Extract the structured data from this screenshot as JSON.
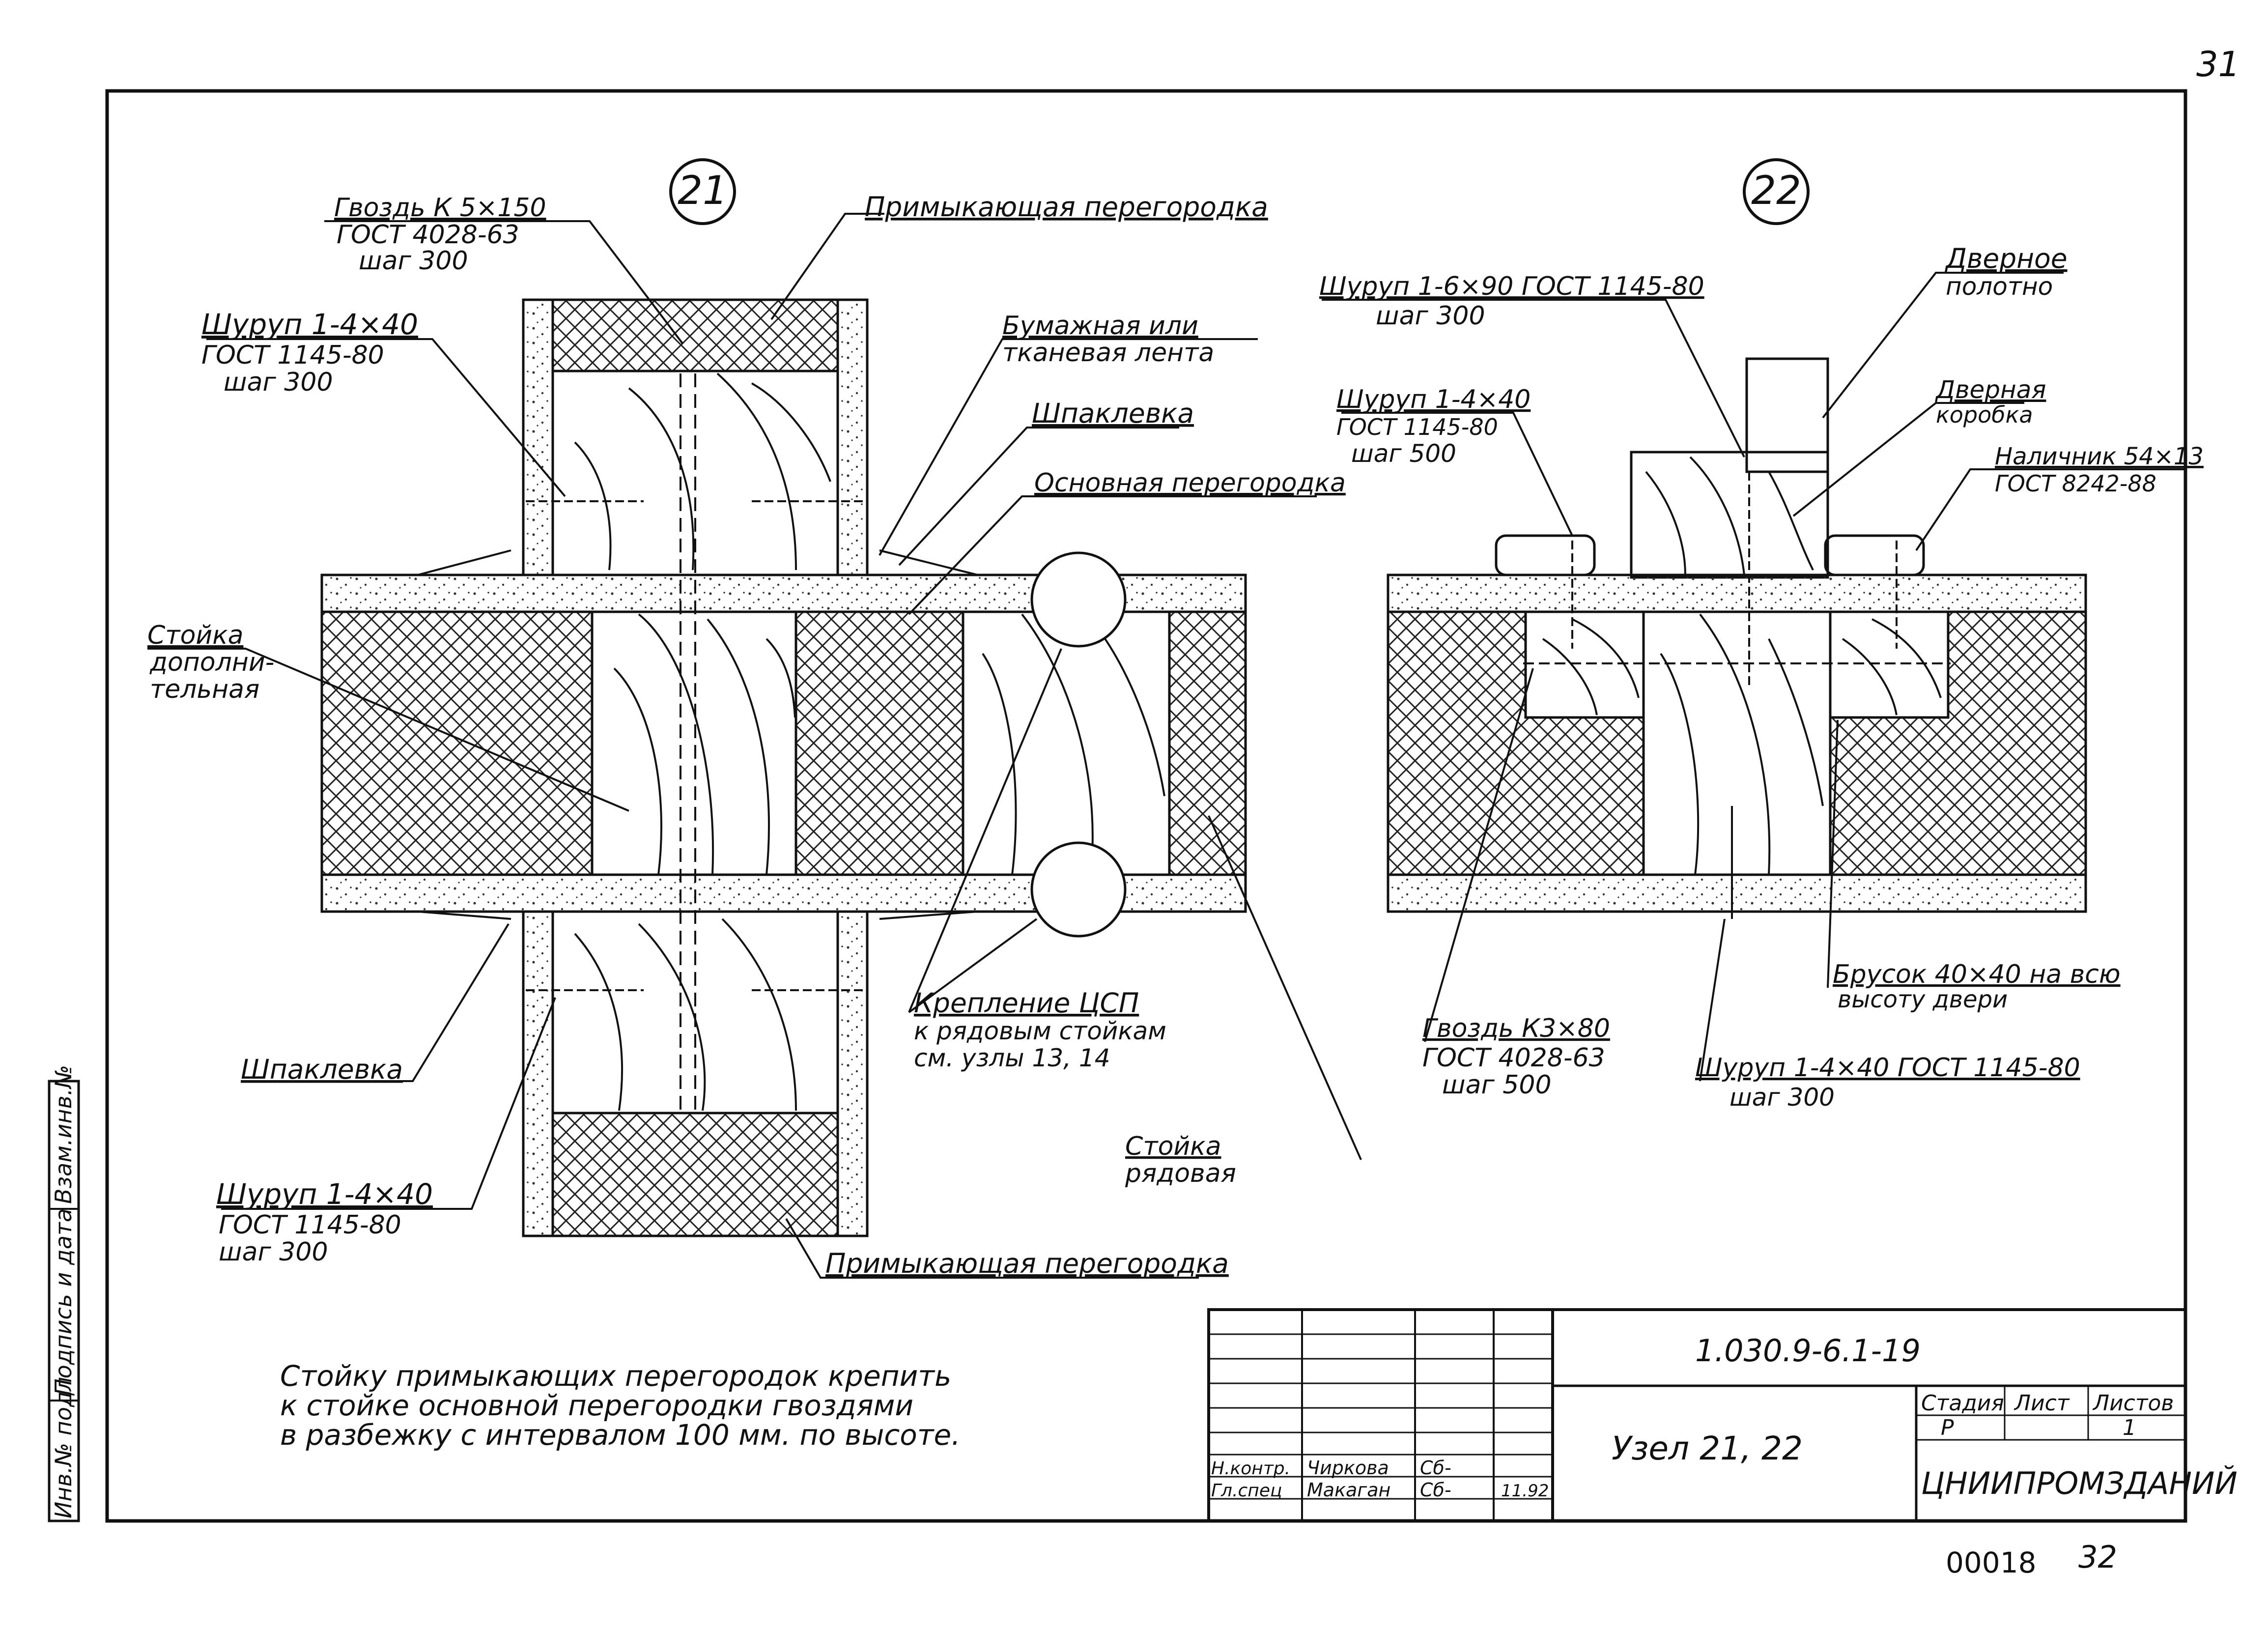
{
  "page_number": "31",
  "footer": {
    "archive_no": "00018",
    "page_no": "32"
  },
  "node21": {
    "number": "21",
    "nail_top": [
      "Гвоздь К 5×150",
      "ГОСТ 4028-63",
      "шаг 300"
    ],
    "screw_left_top": [
      "Шуруп 1-4×40",
      "ГОСТ 1145-80",
      "шаг 300"
    ],
    "adjacent_top": "Примыкающая перегородка",
    "tape": [
      "Бумажная или",
      "тканевая лента"
    ],
    "putty_top": "Шпаклевка",
    "main_partition": "Основная перегородка",
    "post_additional": [
      "Стойка",
      "дополни-",
      "тельная"
    ],
    "fastening": [
      "Крепление ЦСП",
      "к рядовым стойкам",
      "см. узлы 13, 14"
    ],
    "post_regular": [
      "Стойка",
      "рядовая"
    ],
    "putty_bottom": "Шпаклевка",
    "screw_left_bottom": [
      "Шуруп 1-4×40",
      "ГОСТ 1145-80",
      "шаг 300"
    ],
    "adjacent_bottom": "Примыкающая перегородка"
  },
  "node22": {
    "number": "22",
    "screw_top": [
      "Шуруп 1-6×90 ГОСТ 1145-80",
      "шаг 300"
    ],
    "door_leaf": [
      "Дверное",
      "полотно"
    ],
    "screw_left": [
      "Шуруп 1-4×40",
      "ГОСТ 1145-80",
      "шаг 500"
    ],
    "door_frame": [
      "Дверная",
      "коробка"
    ],
    "trim": [
      "Наличник 54×13",
      "ГОСТ 8242-88"
    ],
    "nail_bottom": [
      "Гвоздь К3×80",
      "ГОСТ 4028-63",
      "шаг 500"
    ],
    "bar": [
      "Брусок 40×40 на всю",
      "высоту двери"
    ],
    "screw_bottom": [
      "Шуруп 1-4×40 ГОСТ 1145-80",
      "шаг 300"
    ]
  },
  "note": [
    "Стойку примыкающих перегородок крепить",
    "к стойке основной перегородки гвоздями",
    "в разбежку с интервалом     100 мм. по высоте."
  ],
  "side_stamp": [
    "Инв.№ подл",
    "Подпись и дата",
    "Взам.инв.№"
  ],
  "title_block": {
    "doc_code": "1.030.9-6.1-19",
    "title": "Узел 21, 22",
    "stage_header": "Стадия",
    "sheet_header": "Лист",
    "sheets_header": "Листов",
    "stage": "Р",
    "sheets": "1",
    "org": "ЦНИИПРОМЗДАНИЙ",
    "roles": [
      {
        "role": "Н.контр.",
        "name": "Чиркова",
        "sign": "Сб-",
        "date": ""
      },
      {
        "role": "Гл.спец",
        "name": "Макаган",
        "sign": "Сб-",
        "date": "11.92"
      }
    ]
  }
}
